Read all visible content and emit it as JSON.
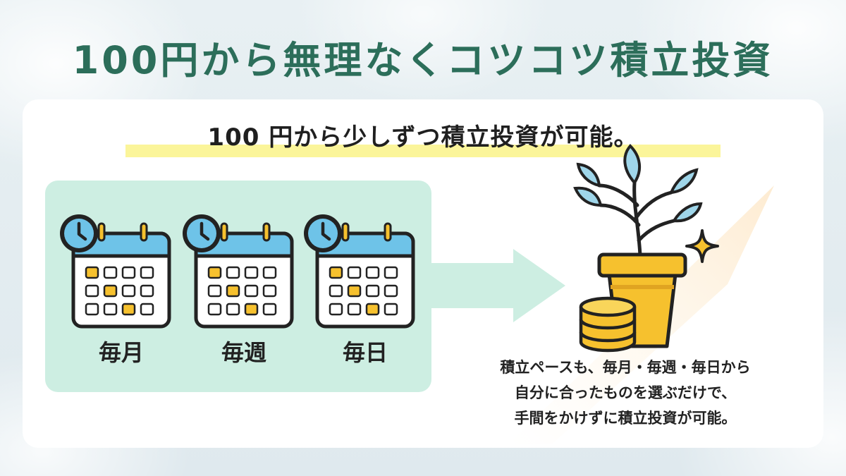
{
  "title": "100円から無理なくコツコツ積立投資",
  "subtitle": "100 円から少しずつ積立投資が可能。",
  "calendars": [
    {
      "label": "毎月"
    },
    {
      "label": "毎週"
    },
    {
      "label": "毎日"
    }
  ],
  "description": [
    "積立ペースも、毎月・毎週・毎日から",
    "自分に合ったものを選ぶだけで、",
    "手間をかけずに積立投資が可能。"
  ],
  "colors": {
    "title": "#2c6e5a",
    "panel": "#cdeee2",
    "calendar_header": "#6ec3e8",
    "accent_yellow": "#f6c12e",
    "highlight": "#fbf59a"
  },
  "icons": [
    "calendar-clock-icon",
    "plant-pot-icon",
    "coin-stack-icon",
    "sparkle-icon",
    "arrow-right-icon"
  ]
}
